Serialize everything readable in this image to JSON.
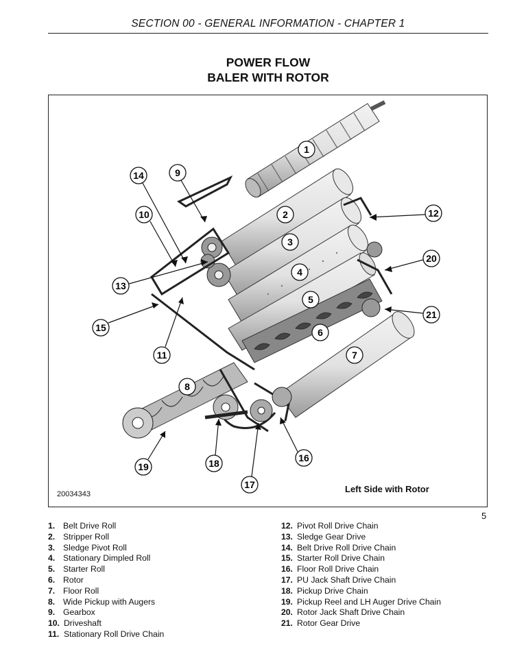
{
  "header": {
    "text": "SECTION 00 - GENERAL INFORMATION - CHAPTER 1"
  },
  "title": {
    "line1": "POWER FLOW",
    "line2": "BALER WITH ROTOR"
  },
  "figure": {
    "code": "20034343",
    "caption": "Left Side with Rotor",
    "callouts": [
      "1",
      "2",
      "3",
      "4",
      "5",
      "6",
      "7",
      "8",
      "9",
      "10",
      "11",
      "12",
      "13",
      "14",
      "15",
      "16",
      "17",
      "18",
      "19",
      "20",
      "21"
    ]
  },
  "page_number": "5",
  "legend": [
    {
      "num": "1.",
      "text": "Belt Drive Roll"
    },
    {
      "num": "2.",
      "text": "Stripper Roll"
    },
    {
      "num": "3.",
      "text": "Sledge Pivot Roll"
    },
    {
      "num": "4.",
      "text": "Stationary Dimpled Roll"
    },
    {
      "num": "5.",
      "text": "Starter Roll"
    },
    {
      "num": "6.",
      "text": "Rotor"
    },
    {
      "num": "7.",
      "text": "Floor Roll"
    },
    {
      "num": "8.",
      "text": "Wide Pickup with Augers"
    },
    {
      "num": "9.",
      "text": "Gearbox"
    },
    {
      "num": "10.",
      "text": "Driveshaft"
    },
    {
      "num": "11.",
      "text": "Stationary Roll Drive Chain"
    },
    {
      "num": "12.",
      "text": "Pivot Roll Drive Chain"
    },
    {
      "num": "13.",
      "text": "Sledge Gear Drive"
    },
    {
      "num": "14.",
      "text": "Belt Drive Roll Drive Chain"
    },
    {
      "num": "15.",
      "text": "Starter Roll Drive Chain"
    },
    {
      "num": "16.",
      "text": "Floor Roll Drive Chain"
    },
    {
      "num": "17.",
      "text": "PU Jack Shaft Drive Chain"
    },
    {
      "num": "18.",
      "text": "Pickup Drive Chain"
    },
    {
      "num": "19.",
      "text": "Pickup Reel and LH Auger Drive Chain"
    },
    {
      "num": "20.",
      "text": "Rotor Jack Shaft Drive Chain"
    },
    {
      "num": "21.",
      "text": "Rotor Gear Drive"
    }
  ]
}
